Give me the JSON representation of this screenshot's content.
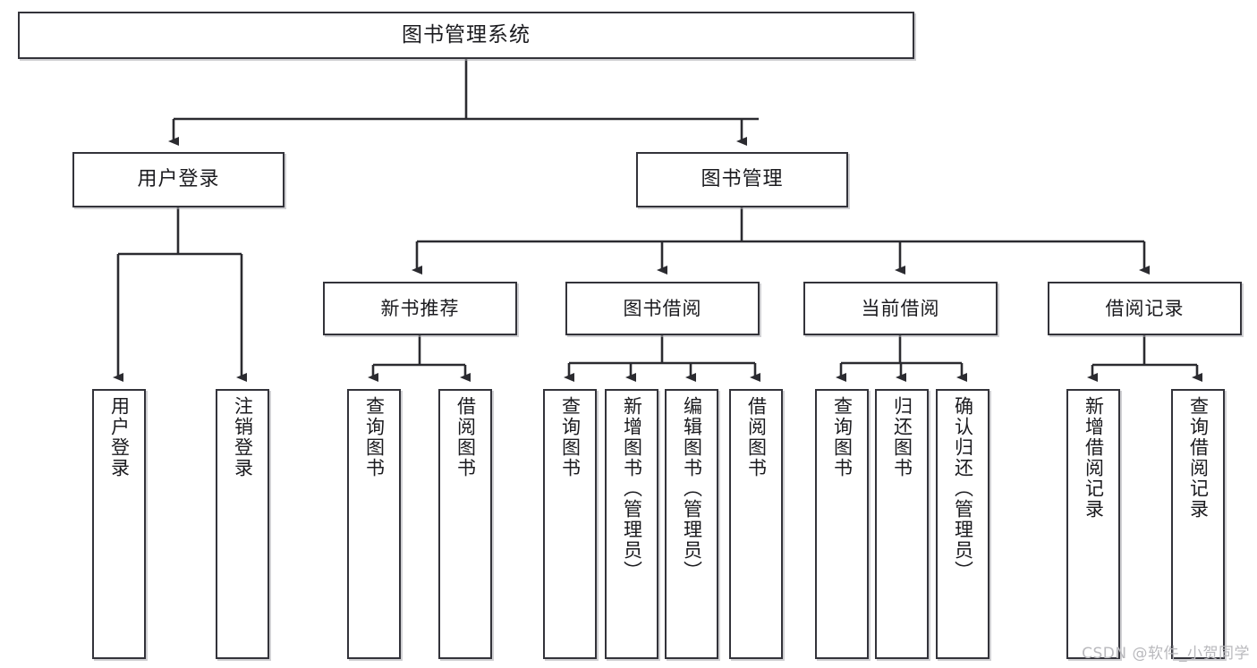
{
  "diagram": {
    "title": "图书管理系统",
    "type": "tree",
    "nodes": {
      "root": {
        "label": "图书管理系统"
      },
      "level2": [
        {
          "id": "user-login",
          "label": "用户登录"
        },
        {
          "id": "book-management",
          "label": "图书管理"
        }
      ],
      "level3": [
        {
          "id": "new-book-recommend",
          "label": "新书推荐"
        },
        {
          "id": "book-borrow",
          "label": "图书借阅"
        },
        {
          "id": "current-borrow",
          "label": "当前借阅"
        },
        {
          "id": "borrow-record",
          "label": "借阅记录"
        }
      ],
      "leaves": [
        {
          "id": "leaf-user-login",
          "label": "用户登录",
          "parent": "user-login"
        },
        {
          "id": "leaf-logout-login",
          "label": "注销登录",
          "parent": "user-login"
        },
        {
          "id": "leaf-query-book-1",
          "label": "查询图书",
          "parent": "new-book-recommend"
        },
        {
          "id": "leaf-borrow-book-1",
          "label": "借阅图书",
          "parent": "new-book-recommend"
        },
        {
          "id": "leaf-query-book-2",
          "label": "查询图书",
          "parent": "book-borrow"
        },
        {
          "id": "leaf-add-book",
          "label": "新增图书（管理员）",
          "parent": "book-borrow"
        },
        {
          "id": "leaf-edit-book",
          "label": "编辑图书（管理员）",
          "parent": "book-borrow"
        },
        {
          "id": "leaf-borrow-book-2",
          "label": "借阅图书",
          "parent": "book-borrow"
        },
        {
          "id": "leaf-query-book-3",
          "label": "查询图书",
          "parent": "current-borrow"
        },
        {
          "id": "leaf-return-book",
          "label": "归还图书",
          "parent": "current-borrow"
        },
        {
          "id": "leaf-confirm-return",
          "label": "确认归还（管理员）",
          "parent": "current-borrow"
        },
        {
          "id": "leaf-add-record",
          "label": "新增借阅记录",
          "parent": "borrow-record"
        },
        {
          "id": "leaf-query-record",
          "label": "查询借阅记录",
          "parent": "borrow-record"
        }
      ]
    },
    "colors": {
      "box_border": "#33333a",
      "box_fill": "#ffffff",
      "connector": "#2b2b30",
      "text": "#1b1b1f",
      "watermark": "#b9b9bd"
    }
  },
  "watermark": {
    "text": "CSDN @软件_小贺同学"
  }
}
